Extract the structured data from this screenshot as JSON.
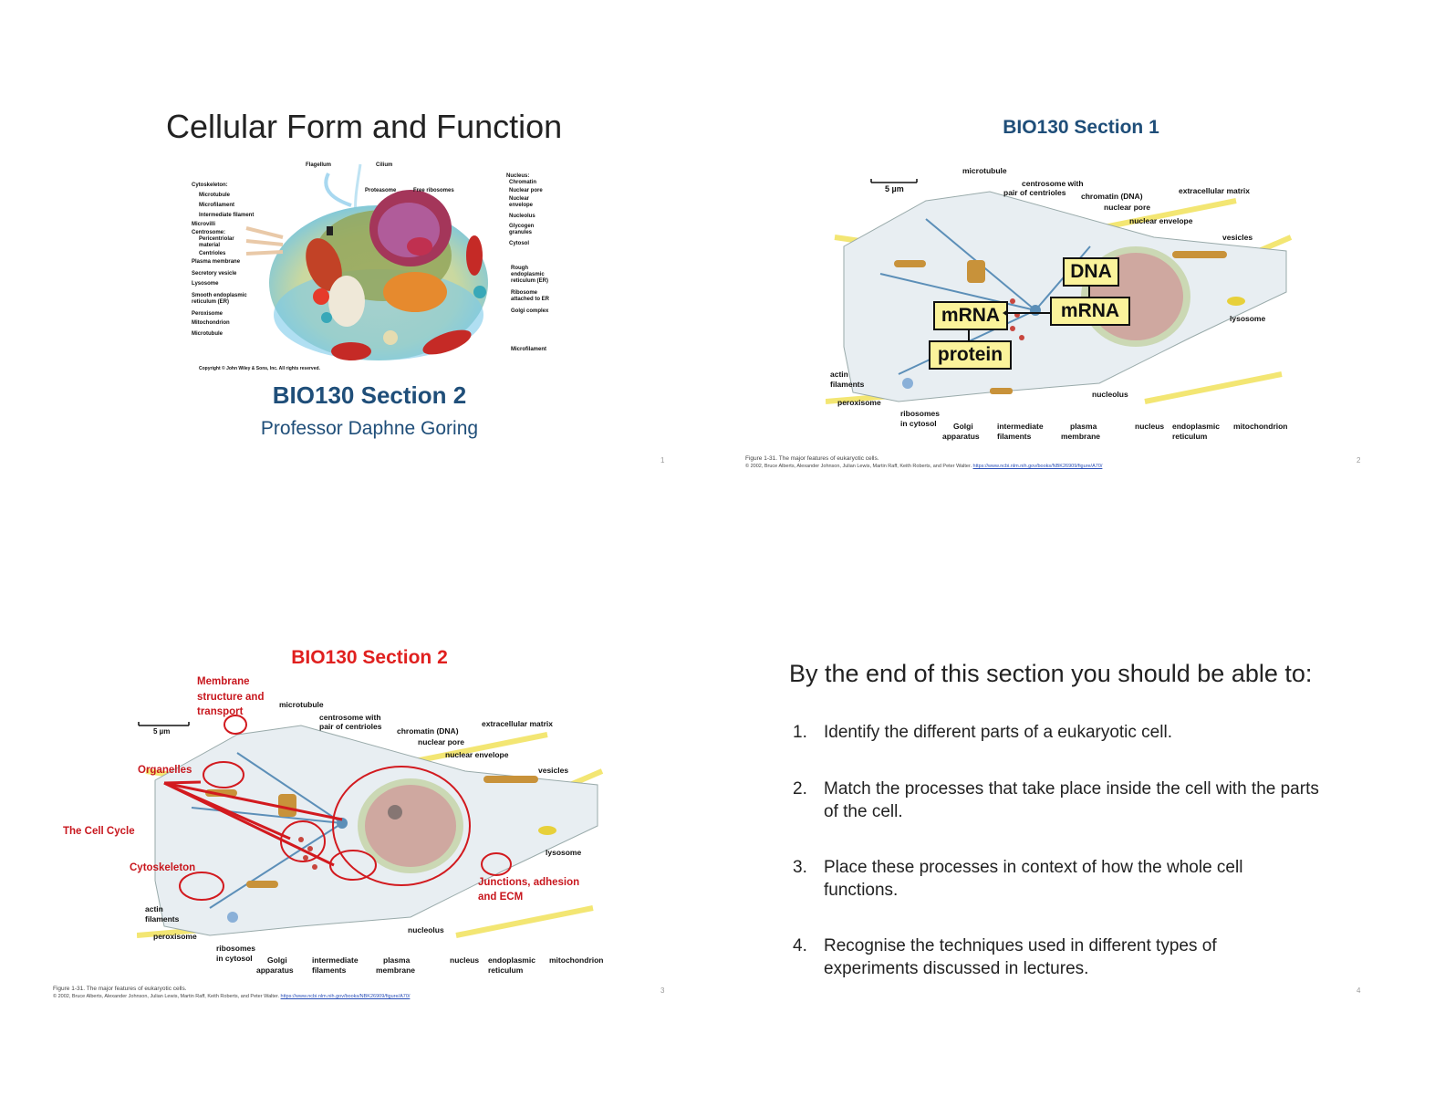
{
  "slides": [
    {
      "number": "1",
      "title": "Cellular Form and Function",
      "figure": {
        "left_labels": [
          "Cytoskeleton:",
          "Microtubule",
          "Microfilament",
          "Intermediate filament",
          "Microvilli",
          "Centrosome:",
          "Pericentriolar",
          "material",
          "Centrioles",
          "Plasma membrane",
          "Secretory vesicle",
          "Lysosome",
          "Smooth endoplasmic",
          "reticulum (ER)",
          "Peroxisome",
          "Mitochondrion",
          "Microtubule"
        ],
        "top_labels": [
          "Flagellum",
          "Cilium",
          "Proteasome",
          "Free ribosomes"
        ],
        "right_labels": [
          "Nucleus:",
          "Chromatin",
          "Nuclear pore",
          "Nuclear",
          "envelope",
          "Nucleolus",
          "Glycogen",
          "granules",
          "Cytosol",
          "Rough",
          "endoplasmic",
          "reticulum (ER)",
          "Ribosome",
          "attached to ER",
          "Golgi complex",
          "Microfilament"
        ],
        "copyright": "Copyright © John Wiley & Sons, Inc. All rights reserved."
      },
      "section": "BIO130 Section 2",
      "professor": "Professor Daphne Goring"
    },
    {
      "number": "2",
      "title": "BIO130 Section 1",
      "figure": {
        "scale": "5 µm",
        "labels": {
          "microtubule": "microtubule",
          "centrosome1": "centrosome with",
          "centrosome2": "pair of centrioles",
          "chromatin": "chromatin (DNA)",
          "nuclear_pore": "nuclear pore",
          "nuclear_envelope": "nuclear envelope",
          "ecm": "extracellular matrix",
          "vesicles": "vesicles",
          "lysosome": "lysosome",
          "actin1": "actin",
          "actin2": "filaments",
          "peroxisome": "peroxisome",
          "ribosomes1": "ribosomes",
          "ribosomes2": "in cytosol",
          "golgi1": "Golgi",
          "golgi2": "apparatus",
          "intermediate1": "intermediate",
          "intermediate2": "filaments",
          "plasma1": "plasma",
          "plasma2": "membrane",
          "nucleolus": "nucleolus",
          "nucleus": "nucleus",
          "er1": "endoplasmic",
          "er2": "reticulum",
          "mito": "mitochondrion"
        },
        "boxes": {
          "dna": "DNA",
          "mrna_nuc": "mRNA",
          "mrna_cyt": "mRNA",
          "protein": "protein"
        }
      },
      "caption_line1": "Figure 1-31. The major features of eukaryotic cells.",
      "caption_line2": "© 2002, Bruce Alberts, Alexander Johnson, Julian Lewis, Martin Raff, Keith Roberts, and Peter Walter.",
      "caption_link": "https://www.ncbi.nlm.nih.gov/books/NBK26909/figure/A70/"
    },
    {
      "number": "3",
      "title": "BIO130 Section 2",
      "annotations": {
        "membrane1": "Membrane",
        "membrane2": "structure and",
        "membrane3": "transport",
        "organelles": "Organelles",
        "cell_cycle": "The Cell Cycle",
        "cytoskeleton": "Cytoskeleton",
        "junctions1": "Junctions, adhesion",
        "junctions2": "and ECM"
      },
      "figure": {
        "scale": "5 µm",
        "labels": {
          "microtubule": "microtubule",
          "centrosome1": "centrosome with",
          "centrosome2": "pair of centrioles",
          "chromatin": "chromatin (DNA)",
          "nuclear_pore": "nuclear pore",
          "nuclear_envelope": "nuclear envelope",
          "ecm": "extracellular matrix",
          "vesicles": "vesicles",
          "lysosome": "lysosome",
          "actin1": "actin",
          "actin2": "filaments",
          "peroxisome": "peroxisome",
          "ribosomes1": "ribosomes",
          "ribosomes2": "in cytosol",
          "golgi1": "Golgi",
          "golgi2": "apparatus",
          "intermediate1": "intermediate",
          "intermediate2": "filaments",
          "plasma1": "plasma",
          "plasma2": "membrane",
          "nucleolus": "nucleolus",
          "nucleus": "nucleus",
          "er1": "endoplasmic",
          "er2": "reticulum",
          "mito": "mitochondrion"
        }
      },
      "caption_line1": "Figure 1-31. The major features of eukaryotic cells.",
      "caption_line2": "© 2002, Bruce Alberts, Alexander Johnson, Julian Lewis, Martin Raff, Keith Roberts, and Peter Walter.",
      "caption_link": "https://www.ncbi.nlm.nih.gov/books/NBK26909/figure/A70/"
    },
    {
      "number": "4",
      "heading": "By the end of this section you should be able to:",
      "objectives": [
        {
          "num": "1.",
          "text": "Identify the different parts of a eukaryotic cell."
        },
        {
          "num": "2.",
          "text": "Match the processes that take place inside the cell with the parts of the cell."
        },
        {
          "num": "3.",
          "text": "Place these processes in context of how the whole cell functions."
        },
        {
          "num": "4.",
          "text": "Recognise the techniques used in different types of experiments discussed in lectures."
        }
      ]
    }
  ],
  "colors": {
    "section_blue": "#1f4e79",
    "section_red": "#e0201f",
    "annotation_red": "#c8171e",
    "highlight_box": "#fbf39b"
  }
}
